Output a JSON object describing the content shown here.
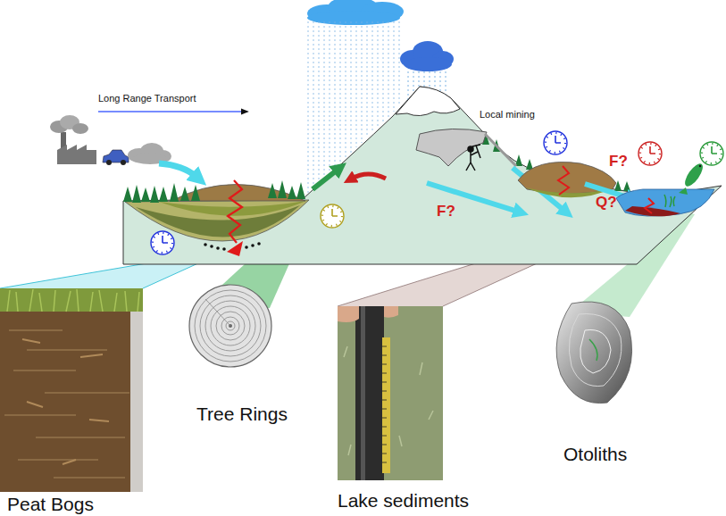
{
  "diagram": {
    "nodes": [
      {
        "text": [
          "Peat Bogs"
        ]
      },
      {
        "text": [
          "Tree Rings"
        ]
      },
      {
        "text": [
          "Lake sediments"
        ]
      },
      {
        "text": [
          "Otoliths"
        ]
      }
    ],
    "labels": [
      "Long Range Transport",
      "Local mining",
      "F?",
      "F?",
      "Q?"
    ]
  }
}
